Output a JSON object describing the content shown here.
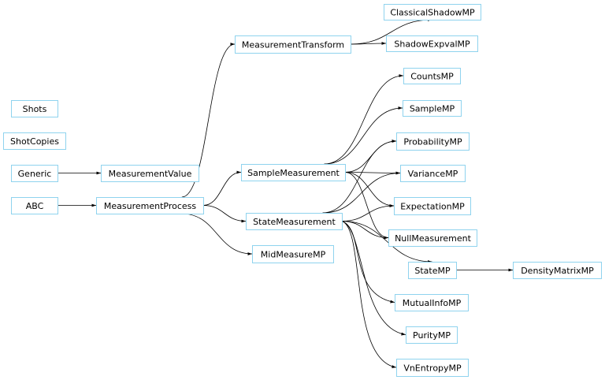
{
  "diagram": {
    "type": "inheritance-graph",
    "nodes": [
      {
        "id": "ClassicalShadowMP",
        "label": "ClassicalShadowMP"
      },
      {
        "id": "ShadowExpvalMP",
        "label": "ShadowExpvalMP"
      },
      {
        "id": "MeasurementTransform",
        "label": "MeasurementTransform"
      },
      {
        "id": "CountsMP",
        "label": "CountsMP"
      },
      {
        "id": "SampleMP",
        "label": "SampleMP"
      },
      {
        "id": "Shots",
        "label": "Shots"
      },
      {
        "id": "ShotCopies",
        "label": "ShotCopies"
      },
      {
        "id": "ProbabilityMP",
        "label": "ProbabilityMP"
      },
      {
        "id": "Generic",
        "label": "Generic"
      },
      {
        "id": "MeasurementValue",
        "label": "MeasurementValue"
      },
      {
        "id": "SampleMeasurement",
        "label": "SampleMeasurement"
      },
      {
        "id": "VarianceMP",
        "label": "VarianceMP"
      },
      {
        "id": "ABC",
        "label": "ABC"
      },
      {
        "id": "MeasurementProcess",
        "label": "MeasurementProcess"
      },
      {
        "id": "ExpectationMP",
        "label": "ExpectationMP"
      },
      {
        "id": "StateMeasurement",
        "label": "StateMeasurement"
      },
      {
        "id": "NullMeasurement",
        "label": "NullMeasurement"
      },
      {
        "id": "MidMeasureMP",
        "label": "MidMeasureMP"
      },
      {
        "id": "StateMP",
        "label": "StateMP"
      },
      {
        "id": "DensityMatrixMP",
        "label": "DensityMatrixMP"
      },
      {
        "id": "MutualInfoMP",
        "label": "MutualInfoMP"
      },
      {
        "id": "PurityMP",
        "label": "PurityMP"
      },
      {
        "id": "VnEntropyMP",
        "label": "VnEntropyMP"
      }
    ],
    "edges": [
      {
        "from": "MeasurementTransform",
        "to": "ClassicalShadowMP"
      },
      {
        "from": "MeasurementTransform",
        "to": "ShadowExpvalMP"
      },
      {
        "from": "SampleMeasurement",
        "to": "CountsMP"
      },
      {
        "from": "SampleMeasurement",
        "to": "SampleMP"
      },
      {
        "from": "SampleMeasurement",
        "to": "ProbabilityMP"
      },
      {
        "from": "SampleMeasurement",
        "to": "VarianceMP"
      },
      {
        "from": "SampleMeasurement",
        "to": "ExpectationMP"
      },
      {
        "from": "SampleMeasurement",
        "to": "NullMeasurement"
      },
      {
        "from": "Generic",
        "to": "MeasurementValue"
      },
      {
        "from": "ABC",
        "to": "MeasurementProcess"
      },
      {
        "from": "MeasurementProcess",
        "to": "MeasurementTransform"
      },
      {
        "from": "MeasurementProcess",
        "to": "SampleMeasurement"
      },
      {
        "from": "MeasurementProcess",
        "to": "StateMeasurement"
      },
      {
        "from": "MeasurementProcess",
        "to": "MidMeasureMP"
      },
      {
        "from": "StateMeasurement",
        "to": "ProbabilityMP"
      },
      {
        "from": "StateMeasurement",
        "to": "VarianceMP"
      },
      {
        "from": "StateMeasurement",
        "to": "ExpectationMP"
      },
      {
        "from": "StateMeasurement",
        "to": "NullMeasurement"
      },
      {
        "from": "StateMeasurement",
        "to": "StateMP"
      },
      {
        "from": "StateMeasurement",
        "to": "MutualInfoMP"
      },
      {
        "from": "StateMeasurement",
        "to": "PurityMP"
      },
      {
        "from": "StateMeasurement",
        "to": "VnEntropyMP"
      },
      {
        "from": "StateMP",
        "to": "DensityMatrixMP"
      }
    ],
    "colors": {
      "node_border": "#8fd3ee",
      "node_fill": "#ffffff",
      "edge": "#000000",
      "text": "#000000"
    }
  }
}
